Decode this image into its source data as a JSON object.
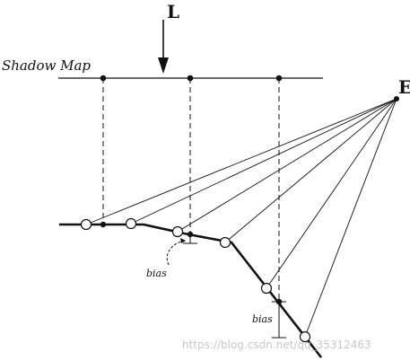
{
  "labels": {
    "light": "L",
    "shadow_map": "Shadow Map",
    "eye": "E",
    "bias_1": "bias",
    "bias_2": "bias"
  },
  "watermark": "https://blog.csdn.net/qq_35312463"
}
